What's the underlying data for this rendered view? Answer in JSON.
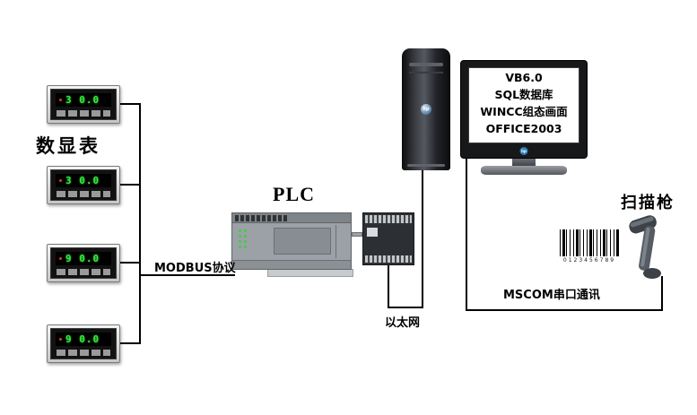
{
  "diagram": {
    "labels": {
      "meters_group": "数显表",
      "plc": "PLC",
      "modbus_protocol": "MODBUS协议",
      "ethernet": "以太网",
      "mscom_serial": "MSCOM串口通讯",
      "scanner": "扫描枪"
    },
    "meters": [
      {
        "display": "3 0.0"
      },
      {
        "display": "3 0.0"
      },
      {
        "display": "9 0.0"
      },
      {
        "display": "9 0.0"
      }
    ],
    "computer": {
      "tower_brand": "hp",
      "monitor_brand": "hp",
      "screen_lines": [
        "VB6.0",
        "SQL数据库",
        "WINCC组态画面",
        "OFFICE2003"
      ]
    },
    "barcode": {
      "caption": "0123456789"
    },
    "colors": {
      "wire": "#000000",
      "meter_display_green": "#35e83a",
      "plc_gray": "#9ba1a6",
      "expansion_dark": "#2c3034",
      "hp_blue": "#2f81b7"
    }
  }
}
